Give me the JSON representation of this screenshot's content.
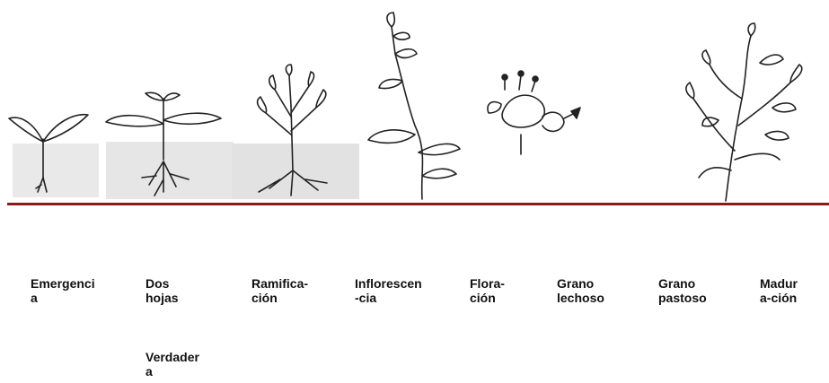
{
  "colors": {
    "ground_line": "#8b1a1a",
    "ink": "#222222",
    "soil": "#e4e4e4"
  },
  "stages": [
    {
      "id": "emergencia",
      "label_lines": [
        "Emergenci",
        "a"
      ]
    },
    {
      "id": "dos-hojas",
      "label_lines": [
        "Dos",
        "hojas"
      ],
      "extra_lines": [
        "Verdader",
        "a"
      ]
    },
    {
      "id": "ramificacion",
      "label_lines": [
        "Ramifica-",
        "ción"
      ]
    },
    {
      "id": "inflorescencia",
      "label_lines": [
        "Inflorescen",
        "-cia"
      ]
    },
    {
      "id": "floracion",
      "label_lines": [
        "Flora-",
        "ción"
      ]
    },
    {
      "id": "grano-lechoso",
      "label_lines": [
        "Grano",
        "lechoso"
      ]
    },
    {
      "id": "grano-pastoso",
      "label_lines": [
        "Grano",
        "pastoso"
      ]
    },
    {
      "id": "maduracion",
      "label_lines": [
        "Madur",
        "a-ción"
      ]
    }
  ]
}
